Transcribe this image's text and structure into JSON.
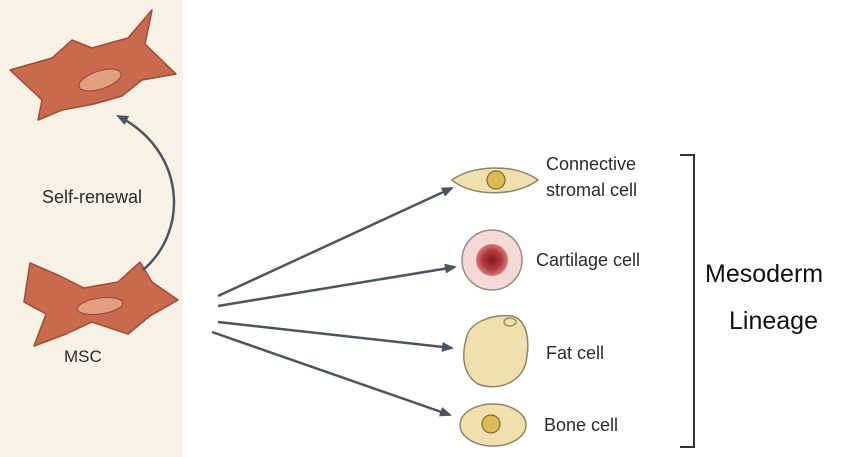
{
  "progenitor": {
    "label": "MSC",
    "self_renewal_label": "Self-renewal"
  },
  "lineage": {
    "group_label_line1": "Mesoderm",
    "group_label_line2": "Lineage",
    "cells": [
      {
        "name": "connective-stromal-cell",
        "label_line1": "Connective",
        "label_line2": "stromal cell"
      },
      {
        "name": "cartilage-cell",
        "label_line1": "Cartilage cell"
      },
      {
        "name": "fat-cell",
        "label_line1": "Fat cell"
      },
      {
        "name": "bone-cell",
        "label_line1": "Bone cell"
      }
    ]
  },
  "colors": {
    "panel_background": "#f7f1e6",
    "msc_fill": "#c96a4e",
    "msc_nucleus": "#e39e84",
    "cell_fill": "#f1dfae",
    "nucleus_fill": "#dcbb56",
    "cartilage_ring": "#f4d9d6",
    "cartilage_core": "#b23a3e",
    "arrow": "#4a5560"
  }
}
